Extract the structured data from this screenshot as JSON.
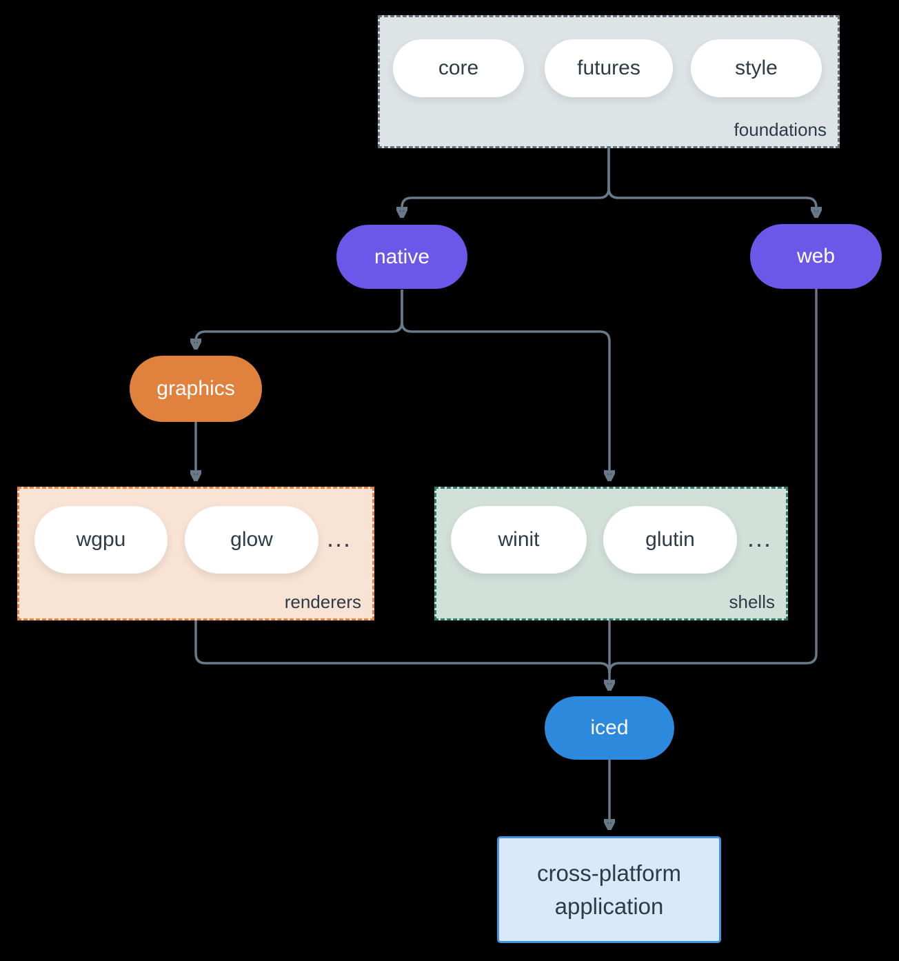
{
  "diagram": {
    "title_semantic": "iced ecosystem diagram",
    "colors": {
      "background": "#000000",
      "arrow": "#68798a",
      "node_purple": "#6b58e8",
      "node_orange": "#e0813d",
      "node_blue": "#2d89dc",
      "pill_fill": "#ffffff",
      "text_dark": "#2d3a48",
      "foundations_fill": "#dee3e6",
      "foundations_border": "#647483",
      "renderers_fill": "#f8e3d4",
      "renderers_border": "#e8843e",
      "shells_fill": "#d2e0da",
      "shells_border": "#2a7f6e",
      "application_fill": "#d9e9f9",
      "application_border": "#4593dc"
    },
    "foundations": {
      "label": "foundations",
      "pills": [
        "core",
        "futures",
        "style"
      ]
    },
    "nodes": {
      "native": {
        "label": "native"
      },
      "web": {
        "label": "web"
      },
      "graphics": {
        "label": "graphics"
      },
      "iced": {
        "label": "iced"
      }
    },
    "renderers": {
      "label": "renderers",
      "pills": [
        "wgpu",
        "glow"
      ],
      "ellipsis": "..."
    },
    "shells": {
      "label": "shells",
      "pills": [
        "winit",
        "glutin"
      ],
      "ellipsis": "..."
    },
    "application": {
      "line1": "cross-platform",
      "line2": "application"
    },
    "edges": [
      {
        "from": "foundations",
        "to": "native"
      },
      {
        "from": "foundations",
        "to": "web"
      },
      {
        "from": "native",
        "to": "graphics"
      },
      {
        "from": "native",
        "to": "shells"
      },
      {
        "from": "graphics",
        "to": "renderers"
      },
      {
        "from": "renderers",
        "to": "iced"
      },
      {
        "from": "shells",
        "to": "iced"
      },
      {
        "from": "web",
        "to": "iced"
      },
      {
        "from": "iced",
        "to": "application"
      }
    ]
  }
}
